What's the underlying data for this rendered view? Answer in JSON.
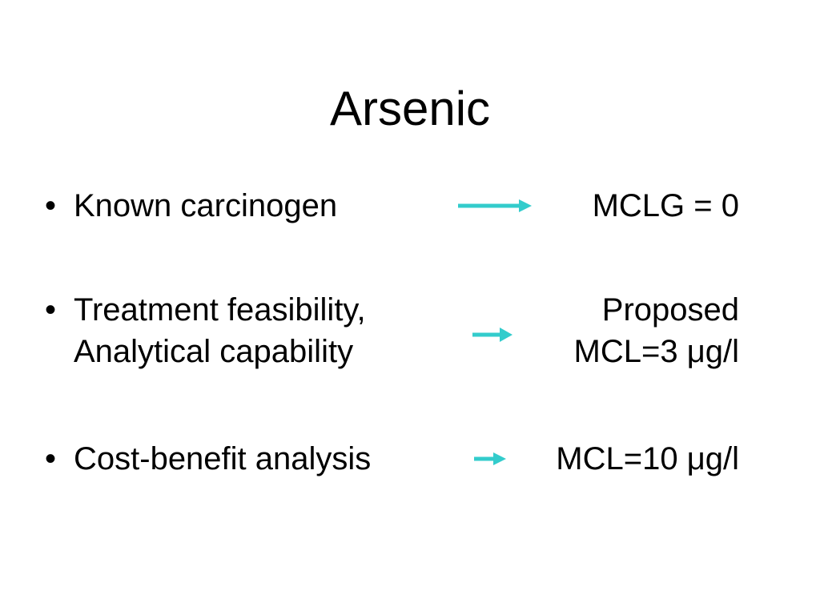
{
  "slide": {
    "title": "Arsenic",
    "accent_color": "#33CCCC",
    "items": [
      {
        "bullet": "•",
        "left_lines": [
          "Known carcinogen"
        ],
        "right_lines": [
          "MCLG = 0"
        ],
        "arrow_icon": "right-arrow-icon"
      },
      {
        "bullet": "•",
        "left_lines": [
          "Treatment feasibility,",
          "Analytical capability"
        ],
        "right_lines": [
          "Proposed",
          "MCL=3 μg/l"
        ],
        "arrow_icon": "right-arrow-icon"
      },
      {
        "bullet": "•",
        "left_lines": [
          "Cost-benefit analysis"
        ],
        "right_lines": [
          "MCL=10 μg/l"
        ],
        "arrow_icon": "right-arrow-icon"
      }
    ]
  }
}
